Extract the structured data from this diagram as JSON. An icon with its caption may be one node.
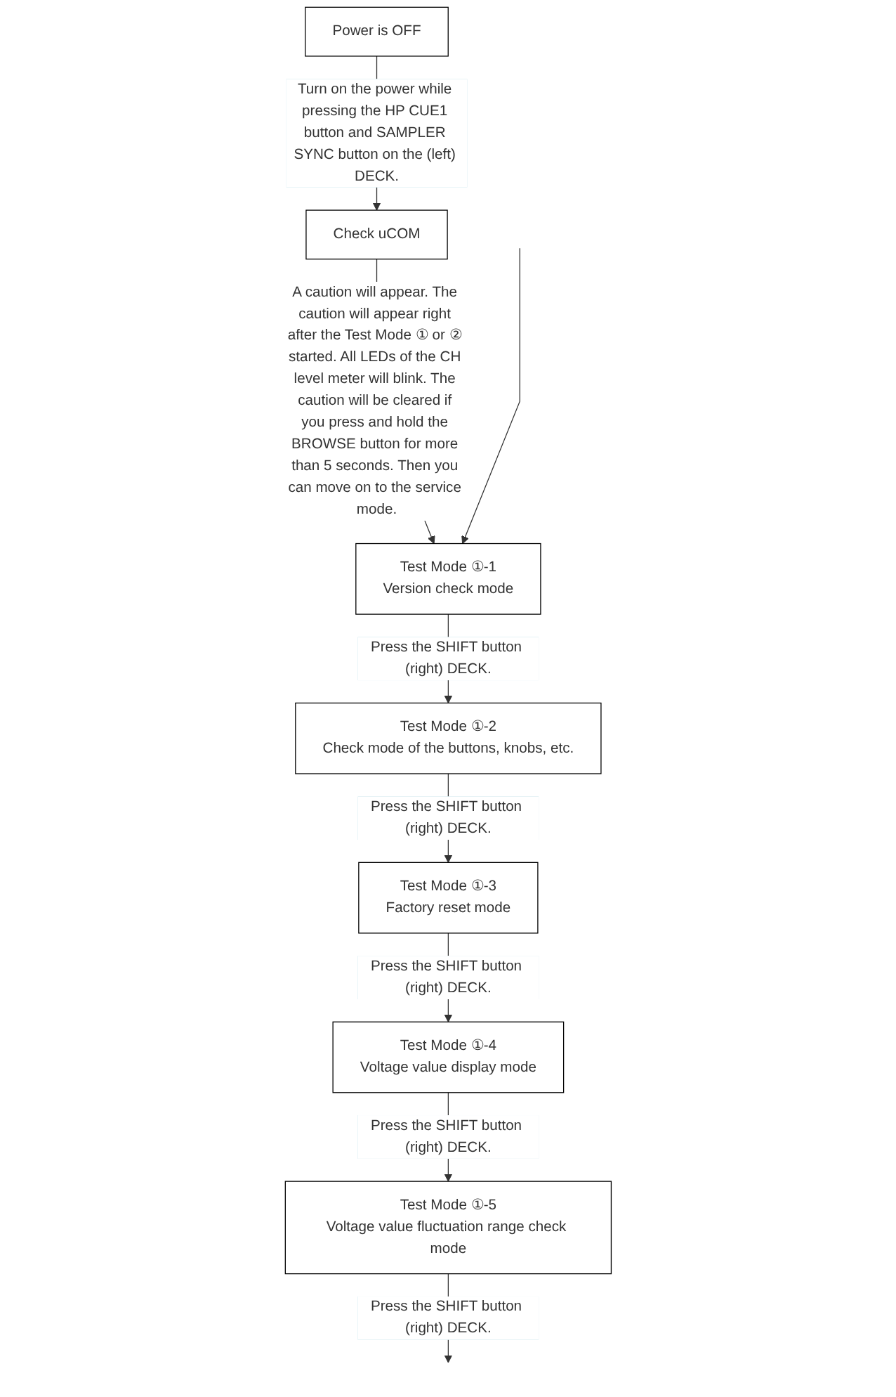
{
  "diagram": {
    "nodes": [
      {
        "text": [
          "Power is OFF"
        ]
      },
      {
        "text": [
          "Check uCOM"
        ]
      },
      {
        "text": [
          "Test Mode ①-1",
          "Version check mode"
        ]
      },
      {
        "text": [
          "Test Mode ①-2",
          "Check mode of the buttons, knobs, etc."
        ]
      },
      {
        "text": [
          "Test Mode ①-3",
          "Factory reset mode"
        ]
      },
      {
        "text": [
          "Test Mode ①-4",
          "Voltage value display mode"
        ]
      },
      {
        "text": [
          "Test Mode ①-5",
          "Voltage value fluctuation range check mode"
        ]
      }
    ],
    "edges": [
      {
        "from": 0,
        "to": 1,
        "arrow": "to",
        "label": "Turn on the power while pressing the HP CUE1 button and SAMPLER SYNC button on the (left) DECK."
      },
      {
        "from": 1,
        "to": 2,
        "arrow": "to",
        "label": "A caution will appear. The caution will appear right after the Test Mode ① or ② started. All LEDs of the CH level meter will blink. The caution will be cleared if you press and hold the BROWSE button for more than 5 seconds. Then you can move on to the service mode."
      },
      {
        "from": 2,
        "to": 3,
        "arrow": "to",
        "label": "Press the SHIFT button (right) DECK."
      },
      {
        "from": 3,
        "to": 4,
        "arrow": "to",
        "label": "Press the SHIFT button (right) DECK."
      },
      {
        "from": 4,
        "to": 5,
        "arrow": "to",
        "label": "Press the SHIFT button (right) DECK."
      },
      {
        "from": 5,
        "to": 6,
        "arrow": "to",
        "label": "Press the SHIFT button (right) DECK."
      },
      {
        "from": 6,
        "to": null,
        "arrow": "to",
        "label": "Press the SHIFT button (right) DECK."
      },
      {
        "from": null,
        "to": 2,
        "arrow": "to"
      }
    ]
  }
}
